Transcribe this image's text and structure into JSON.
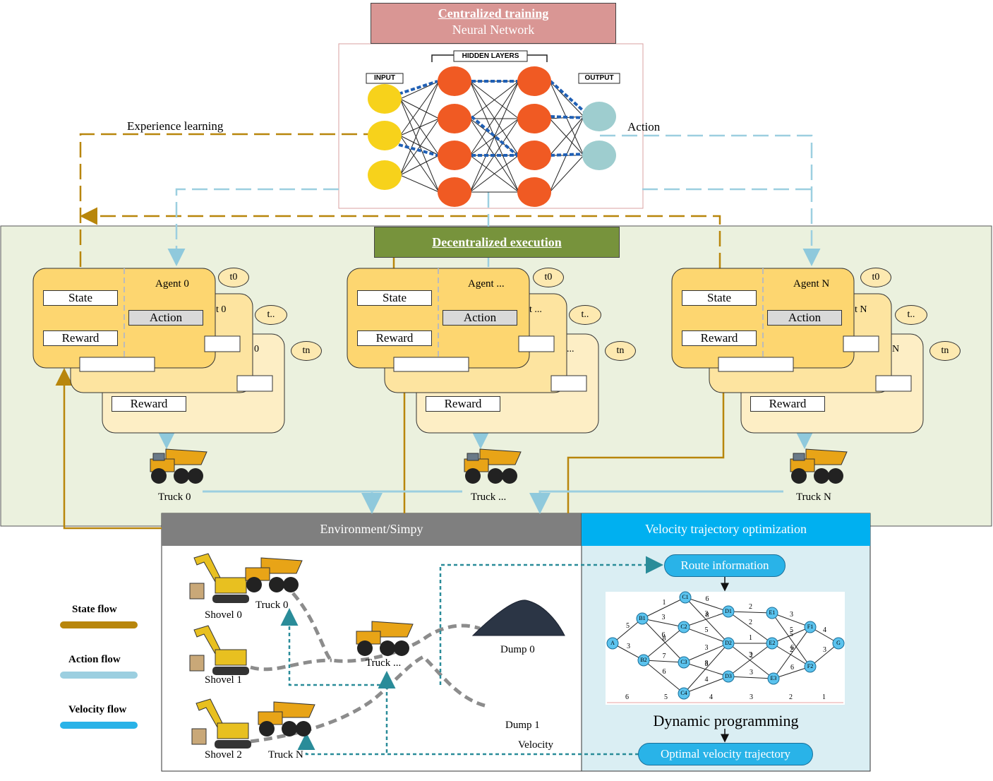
{
  "header": {
    "title": "Centralized training",
    "subtitle": "Neural Network"
  },
  "nn": {
    "hidden_label": "HIDDEN LAYERS",
    "input_label": "INPUT",
    "output_label": "OUTPUT",
    "colors": {
      "input": "#f7d21b",
      "hidden": "#f05a23",
      "output": "#9ecdcf",
      "strong": "#1f5fb4"
    }
  },
  "labels": {
    "experience_learning": "Experience learning",
    "action": "Action"
  },
  "decentralized": {
    "title": "Decentralized execution"
  },
  "agents": [
    {
      "name": "Agent 0",
      "back_name": "t 0",
      "back2_name": "0",
      "state": "State",
      "reward": "Reward",
      "action": "Action",
      "truck": "Truck 0",
      "times": [
        "t0",
        "t..",
        "tn"
      ]
    },
    {
      "name": "Agent ...",
      "back_name": "t ...",
      "back2_name": "...",
      "state": "State",
      "reward": "Reward",
      "action": "Action",
      "truck": "Truck ...",
      "times": [
        "t0",
        "t..",
        "tn"
      ]
    },
    {
      "name": "Agent N",
      "back_name": "t N",
      "back2_name": "N",
      "state": "State",
      "reward": "Reward",
      "action": "Action",
      "truck": "Truck N",
      "times": [
        "t0",
        "t..",
        "tn"
      ]
    }
  ],
  "environment": {
    "title": "Environment/Simpy",
    "shovels": [
      "Shovel 0",
      "Shovel 1",
      "Shovel 2"
    ],
    "trucks": [
      "Truck 0",
      "Truck ...",
      "Truck N"
    ],
    "dumps": [
      "Dump 0",
      "Dump 1"
    ],
    "velocity": "Velocity"
  },
  "velocity_opt": {
    "title": "Velocity trajectory optimization",
    "route_info": "Route information",
    "dynamic_programming": "Dynamic programming",
    "optimal": "Optimal velocity trajectory"
  },
  "graph": {
    "nodes": [
      "A",
      "B1",
      "B2",
      "C1",
      "C2",
      "C3",
      "C4",
      "D1",
      "D2",
      "D3",
      "E1",
      "E2",
      "E3",
      "F1",
      "F2",
      "G"
    ],
    "stage_costs": [
      "6",
      "5",
      "4",
      "3",
      "2",
      "1"
    ]
  },
  "legend": {
    "state_flow": "State flow",
    "action_flow": "Action flow",
    "velocity_flow": "Velocity flow",
    "colors": {
      "state": "#b8860b",
      "action": "#9ccfe0",
      "velocity": "#29b3e8"
    }
  }
}
